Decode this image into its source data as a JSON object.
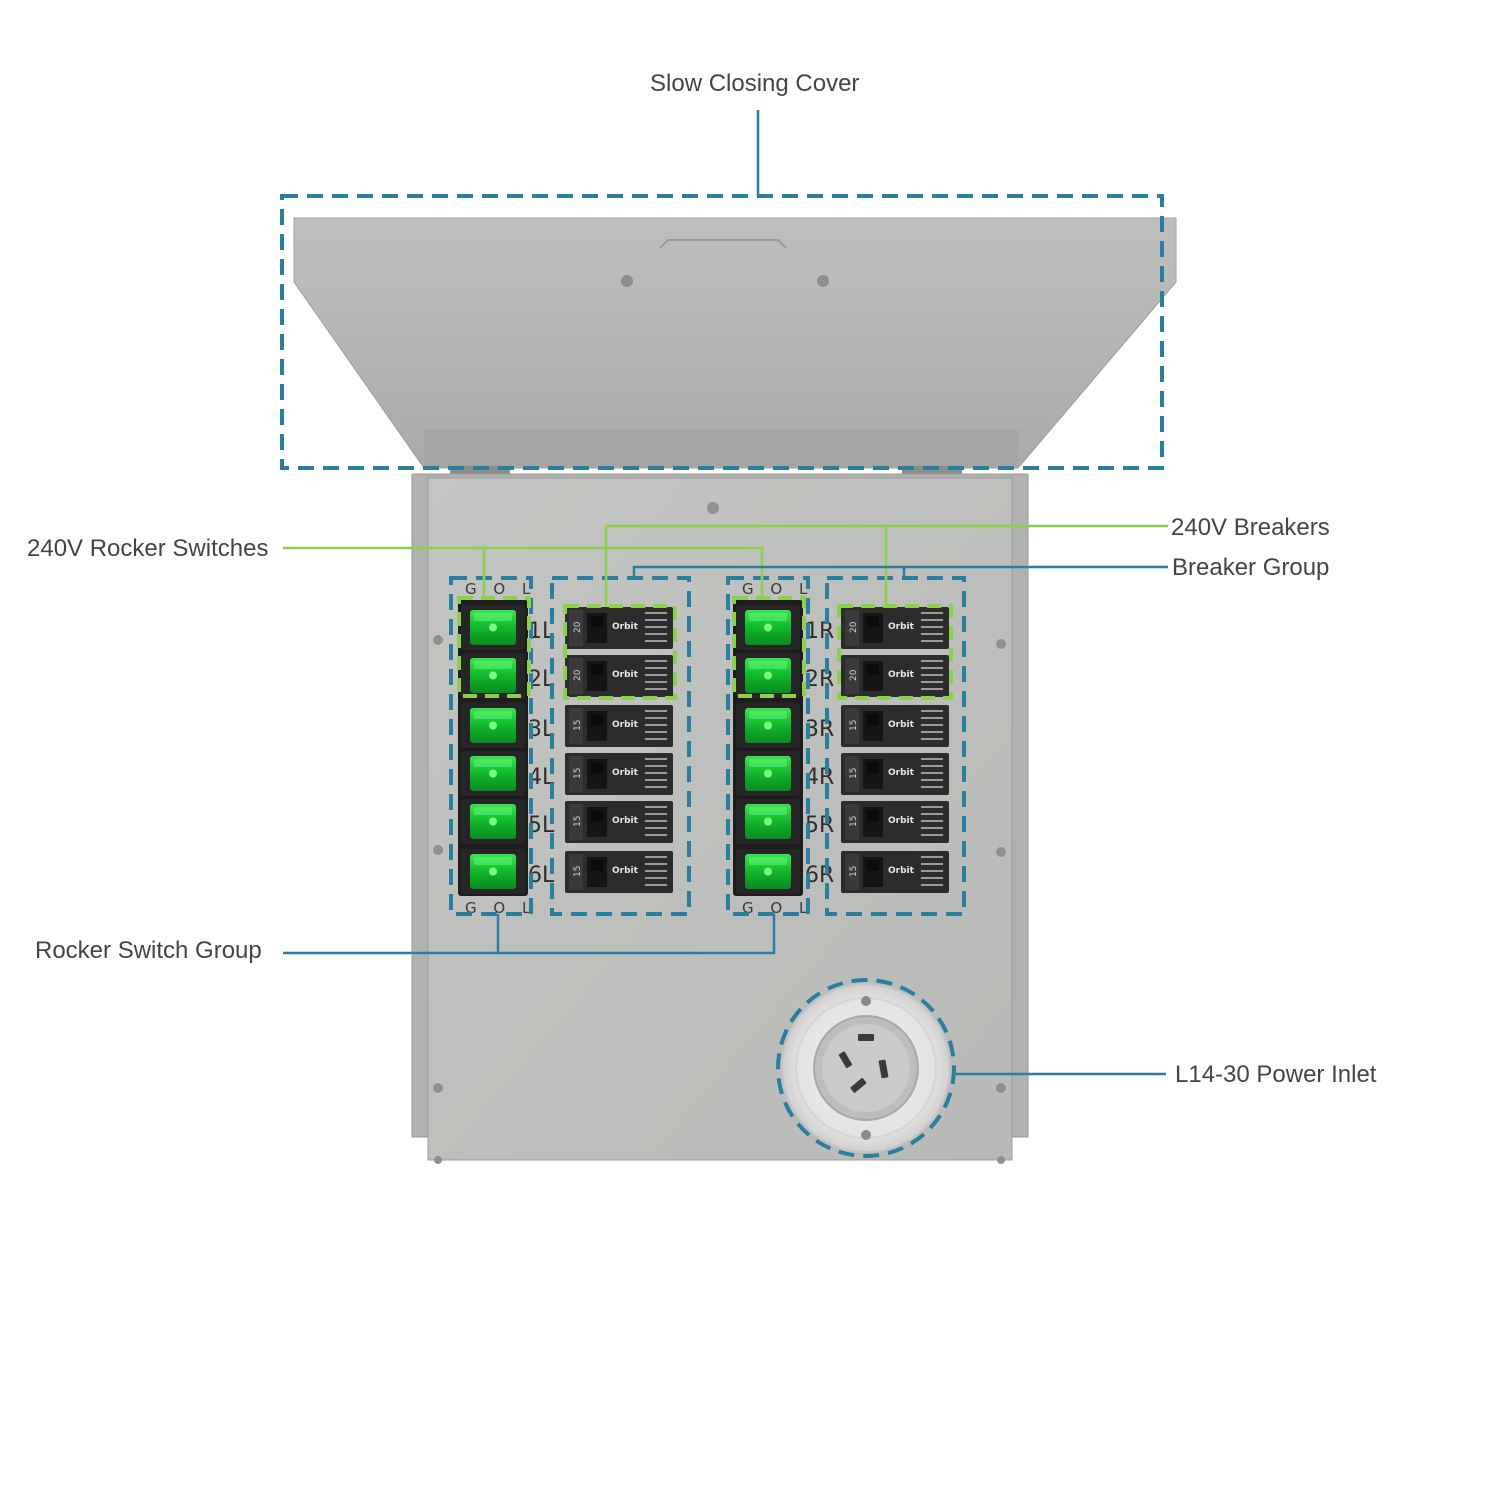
{
  "callouts": {
    "cover": "Slow Closing Cover",
    "rocker_240v": "240V Rocker Switches",
    "breakers_240v": "240V Breakers",
    "breaker_group": "Breaker Group",
    "rocker_group": "Rocker Switch Group",
    "power_inlet": "L14-30 Power Inlet"
  },
  "switch_column_header": "G O L",
  "left_rows": [
    "1L",
    "2L",
    "3L",
    "4L",
    "5L",
    "6L"
  ],
  "right_rows": [
    "1R",
    "2R",
    "3R",
    "4R",
    "5R",
    "6R"
  ],
  "breaker_amps": [
    "20",
    "20",
    "15",
    "15",
    "15",
    "15"
  ],
  "breaker_brand": "Orbit",
  "colors": {
    "callout_blue": "#2a7fa1",
    "callout_green": "#8bd14c",
    "switch_green": "#1ed43a",
    "panel_gray": "#bdbfbc",
    "breaker_black": "#2c2c2c",
    "label_text": "#454545"
  }
}
